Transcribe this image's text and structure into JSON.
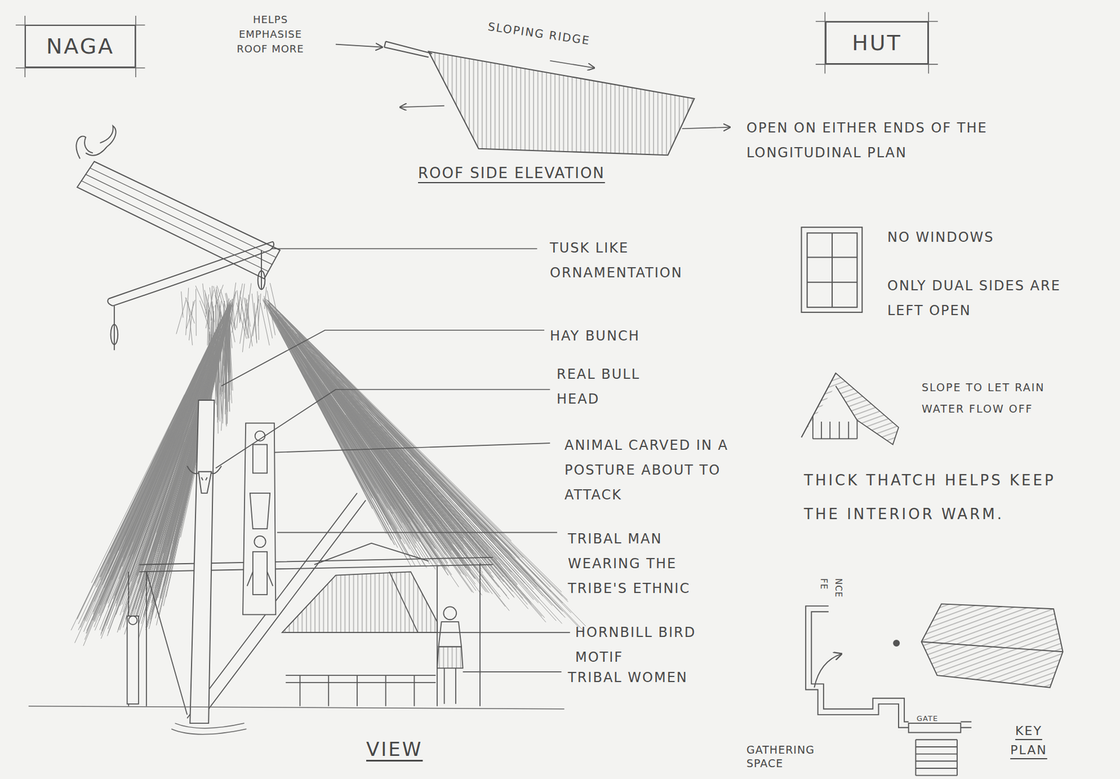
{
  "diagram": {
    "nodes": [
      {
        "text": [
          "NAGA"
        ]
      },
      {
        "text": [
          "HUT"
        ]
      }
    ],
    "labels": [
      "HELPS EMPHASISE ROOF MORE",
      "SLOPING RIDGE",
      "OPEN ON EITHER ENDS OF THE LONGITUDINAL PLAN",
      "ROOF SIDE ELEVATION",
      "TUSK LIKE ORNAMENTATION",
      "NO WINDOWS",
      "ONLY DUAL SIDES ARE LEFT OPEN",
      "HAY BUNCH",
      "REAL BULL HEAD",
      "SLOPE TO LET RAIN WATER FLOW OFF",
      "ANIMAL CARVED IN A POSTURE ABOUT TO ATTACK",
      "THICK THATCH HELPS KEEP THE INTERIOR WARM.",
      "TRIBAL MAN WEARING THE TRIBE'S ETHNIC",
      "FE",
      "NCE",
      "HORNBILL BIRD MOTIF",
      "TRIBAL WOMEN",
      "GATE",
      "VIEW",
      "GATHERING SPACE",
      "KEY PLAN"
    ]
  }
}
